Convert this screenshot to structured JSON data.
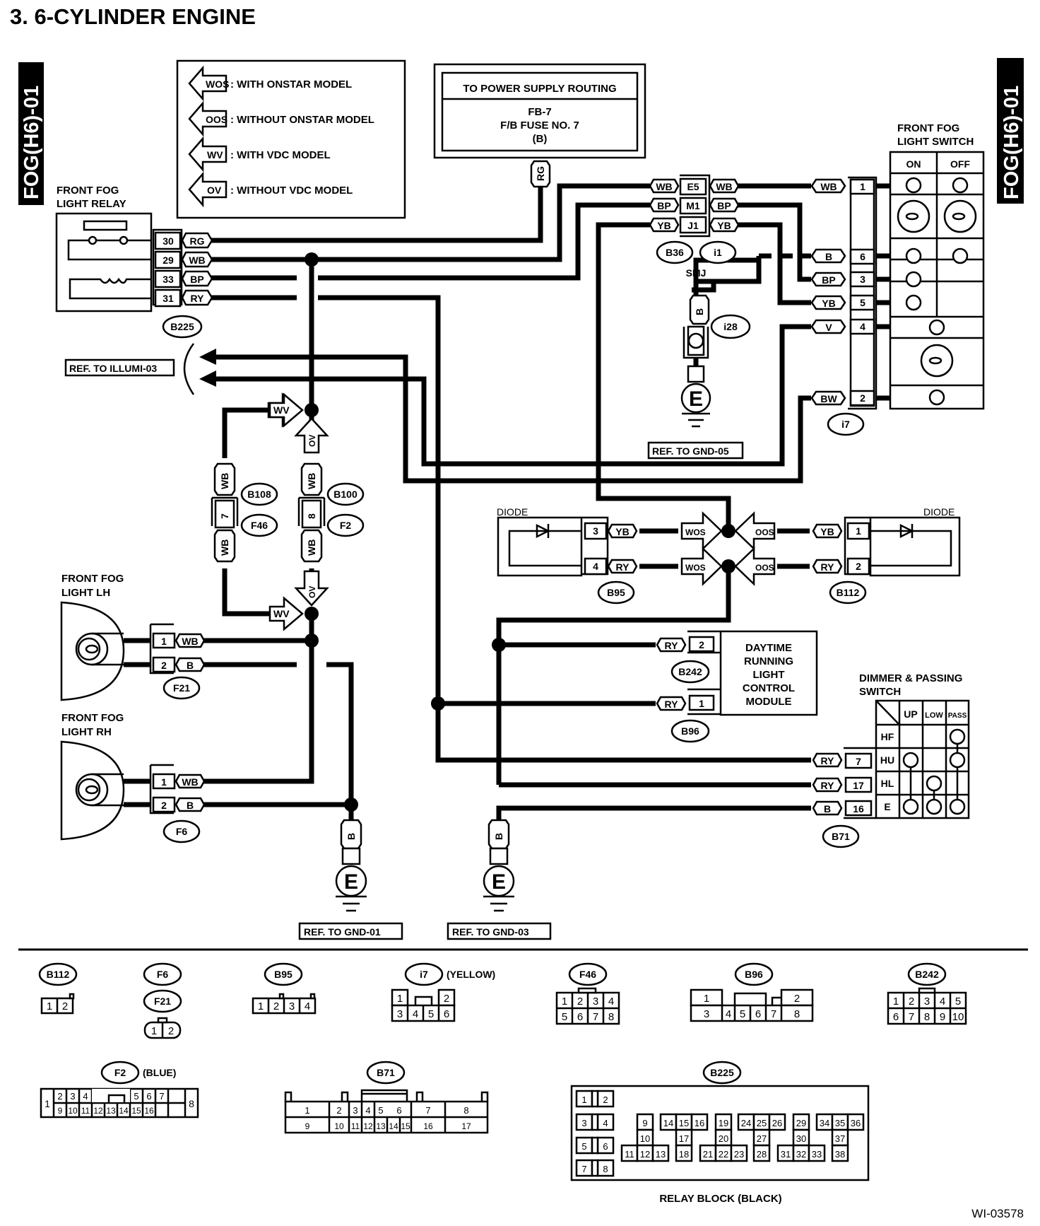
{
  "title": "3.  6-CYLINDER ENGINE",
  "page_tag_left": "FOG(H6)-01",
  "page_tag_right": "FOG(H6)-01",
  "figure_id": "WI-03578",
  "legend": [
    {
      "code": "WOS",
      "text": ": WITH ONSTAR MODEL"
    },
    {
      "code": "OOS",
      "text": ": WITHOUT ONSTAR MODEL"
    },
    {
      "code": "WV",
      "text": ": WITH VDC MODEL"
    },
    {
      "code": "OV",
      "text": ": WITHOUT VDC MODEL"
    }
  ],
  "power_supply": {
    "header": "TO POWER SUPPLY ROUTING",
    "line1": "FB-7",
    "line2": "F/B FUSE NO. 7",
    "line3": "(B)",
    "wire": "RG"
  },
  "relay": {
    "label1": "FRONT FOG",
    "label2": "LIGHT RELAY",
    "connector": "B225",
    "pins": [
      {
        "pin": "30",
        "wire": "RG"
      },
      {
        "pin": "29",
        "wire": "WB"
      },
      {
        "pin": "33",
        "wire": "BP"
      },
      {
        "pin": "31",
        "wire": "RY"
      }
    ]
  },
  "ref_illumi": "REF. TO ILLUMI-03",
  "smj": {
    "label": "SMJ",
    "connectors": [
      "B36",
      "i1"
    ],
    "rows": [
      {
        "left": "WB",
        "pin": "E5",
        "right": "WB"
      },
      {
        "left": "BP",
        "pin": "M1",
        "right": "BP"
      },
      {
        "left": "YB",
        "pin": "J1",
        "right": "YB"
      }
    ]
  },
  "ground_i28": {
    "wire": "B",
    "connector": "i28",
    "symbol": "E",
    "ref": "REF. TO GND-05"
  },
  "fog_switch": {
    "label1": "FRONT FOG",
    "label2": "LIGHT SWITCH",
    "connector": "i7",
    "col_on": "ON",
    "col_off": "OFF",
    "pins": [
      {
        "wire": "WB",
        "pin": "1"
      },
      {
        "wire": "B",
        "pin": "6"
      },
      {
        "wire": "BP",
        "pin": "3"
      },
      {
        "wire": "YB",
        "pin": "5"
      },
      {
        "wire": "V",
        "pin": "4"
      },
      {
        "wire": "BW",
        "pin": "2"
      }
    ]
  },
  "vdc_branch": {
    "wv_top": "WV",
    "ov_top": "OV",
    "wv_bottom": "WV",
    "ov_bottom": "OV",
    "left": {
      "wire_top": "WB",
      "pin": "7",
      "wire_bottom": "WB",
      "conn_top": "B108",
      "conn_bottom": "F46"
    },
    "right": {
      "wire_top": "WB",
      "pin": "8",
      "wire_bottom": "WB",
      "conn_top": "B100",
      "conn_bottom": "F2"
    }
  },
  "fog_lh": {
    "label1": "FRONT FOG",
    "label2": "LIGHT LH",
    "connector": "F21",
    "pins": [
      {
        "pin": "1",
        "wire": "WB"
      },
      {
        "pin": "2",
        "wire": "B"
      }
    ]
  },
  "fog_rh": {
    "label1": "FRONT FOG",
    "label2": "LIGHT RH",
    "connector": "F6",
    "pins": [
      {
        "pin": "1",
        "wire": "WB"
      },
      {
        "pin": "2",
        "wire": "B"
      }
    ]
  },
  "ground_01": {
    "wire": "B",
    "symbol": "E",
    "ref": "REF. TO GND-01"
  },
  "ground_03": {
    "wire": "B",
    "symbol": "E",
    "ref": "REF. TO GND-03"
  },
  "diode_left": {
    "label": "DIODE",
    "connector": "B95",
    "pins": [
      {
        "pin": "3",
        "wire": "YB",
        "tag": "WOS"
      },
      {
        "pin": "4",
        "wire": "RY",
        "tag": "WOS"
      }
    ]
  },
  "diode_right": {
    "label": "DIODE",
    "connector": "B112",
    "pins": [
      {
        "pin": "1",
        "wire": "YB",
        "tag": "OOS"
      },
      {
        "pin": "2",
        "wire": "RY",
        "tag": "OOS"
      }
    ]
  },
  "drl": {
    "lines": [
      "DAYTIME",
      "RUNNING",
      "LIGHT",
      "CONTROL",
      "MODULE"
    ],
    "conn_top": "B242",
    "pin_top": "2",
    "wire_top": "RY",
    "conn_bottom": "B96",
    "pin_bottom": "1",
    "wire_bottom": "RY"
  },
  "dimmer": {
    "label1": "DIMMER & PASSING",
    "label2": "SWITCH",
    "connector": "B71",
    "columns": [
      "UP",
      "LOW",
      "PASS"
    ],
    "rows": [
      "HF",
      "HU",
      "HL",
      "E"
    ],
    "pins": [
      {
        "wire": "RY",
        "pin": "7"
      },
      {
        "wire": "RY",
        "pin": "17"
      },
      {
        "wire": "B",
        "pin": "16"
      }
    ]
  },
  "connector_views": {
    "B112": {
      "name": "B112",
      "pins": [
        "1",
        "2"
      ]
    },
    "F6": {
      "name": "F6",
      "alt": "F21",
      "pins": [
        "1",
        "2"
      ]
    },
    "B95": {
      "name": "B95",
      "pins": [
        "1",
        "2",
        "3",
        "4"
      ]
    },
    "i7": {
      "name": "i7",
      "color": "(YELLOW)",
      "pins": [
        "1",
        "2",
        "3",
        "4",
        "5",
        "6"
      ]
    },
    "F46": {
      "name": "F46",
      "pins": [
        "1",
        "2",
        "3",
        "4",
        "5",
        "6",
        "7",
        "8"
      ]
    },
    "B96": {
      "name": "B96",
      "pins": [
        "1",
        "2",
        "3",
        "4",
        "5",
        "6",
        "7",
        "8"
      ]
    },
    "B242": {
      "name": "B242",
      "pins": [
        "1",
        "2",
        "3",
        "4",
        "5",
        "6",
        "7",
        "8",
        "9",
        "10"
      ]
    },
    "F2": {
      "name": "F2",
      "color": "(BLUE)",
      "pins": [
        "1",
        "2",
        "3",
        "4",
        "5",
        "6",
        "7",
        "8",
        "9",
        "10",
        "11",
        "12",
        "13",
        "14",
        "15",
        "16"
      ]
    },
    "B71": {
      "name": "B71",
      "pins": [
        "1",
        "2",
        "3",
        "4",
        "5",
        "6",
        "7",
        "8",
        "9",
        "10",
        "11",
        "12",
        "13",
        "14",
        "15",
        "16",
        "17"
      ]
    },
    "B225": {
      "name": "B225",
      "caption": "RELAY BLOCK (BLACK)",
      "pins": [
        "1",
        "2",
        "3",
        "4",
        "5",
        "6",
        "7",
        "8",
        "9",
        "10",
        "11",
        "12",
        "13",
        "14",
        "15",
        "16",
        "17",
        "18",
        "19",
        "20",
        "21",
        "22",
        "23",
        "24",
        "25",
        "26",
        "27",
        "28",
        "29",
        "30",
        "31",
        "32",
        "33",
        "34",
        "35",
        "36",
        "37",
        "38"
      ]
    }
  }
}
